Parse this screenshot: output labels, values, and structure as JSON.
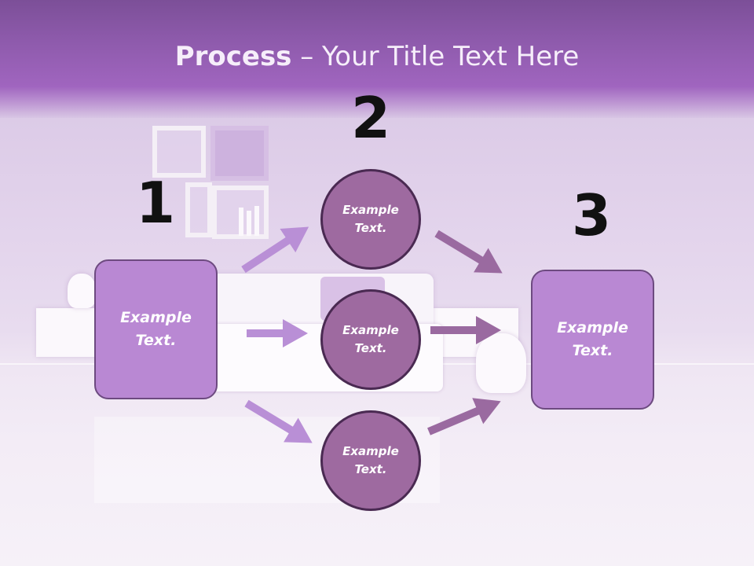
{
  "header": {
    "title_bold": "Process",
    "title_rest": " – Your Title Text Here"
  },
  "steps": [
    {
      "number": "1",
      "text": "Example Text."
    },
    {
      "number": "2",
      "text": "Example Text."
    },
    {
      "number": "3",
      "text": "Example Text."
    }
  ],
  "circles": [
    {
      "text": "Example Text."
    },
    {
      "text": "Example Text."
    },
    {
      "text": "Example Text."
    }
  ],
  "colors": {
    "header": "#a065bf",
    "box_fill": "#b988d3",
    "circle_fill": "#9e6aa0",
    "arrow_light": "#b98fd6",
    "arrow_dark": "#9a6aa0"
  }
}
